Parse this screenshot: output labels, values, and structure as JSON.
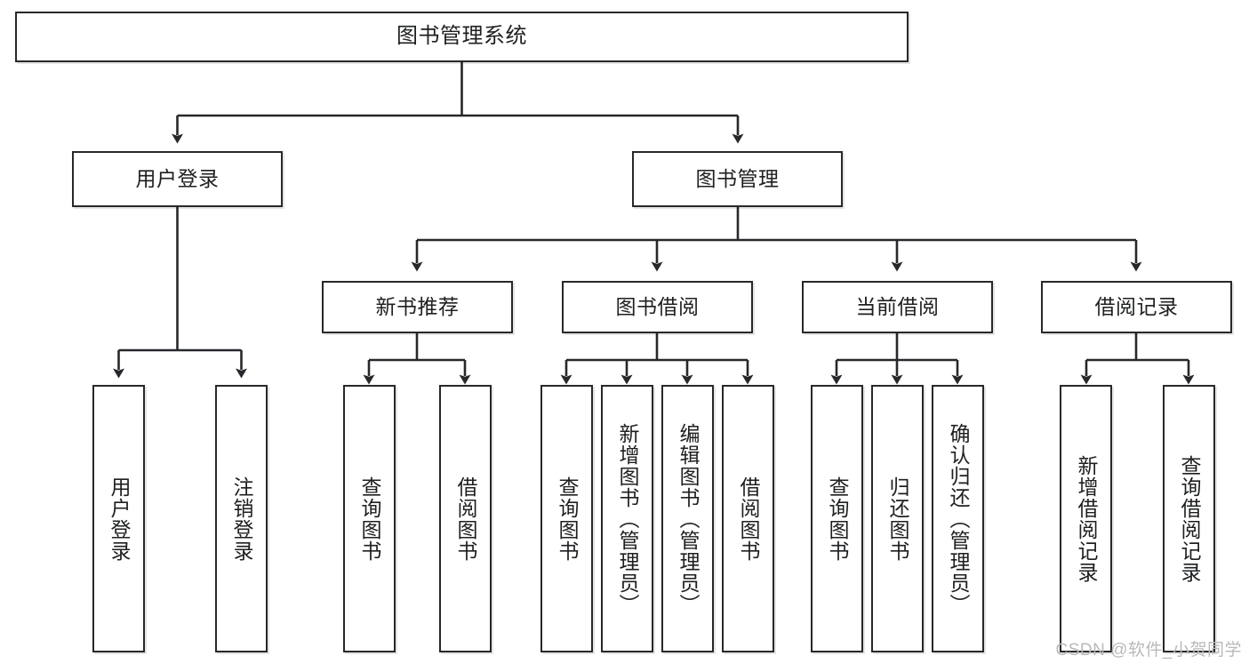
{
  "diagram": {
    "title": "图书管理系统",
    "watermark": "CSDN @软件_小贺同学",
    "colors": {
      "box_border": "#26282b",
      "box_fill": "#ffffff",
      "connector": "#26282b",
      "text": "#1d1f21",
      "watermark": "#b9b9b9",
      "background": "#ffffff"
    },
    "nodes": {
      "root": {
        "label": "图书管理系统"
      },
      "level1": [
        {
          "label": "用户登录"
        },
        {
          "label": "图书管理"
        }
      ],
      "level2": [
        {
          "label": "新书推荐"
        },
        {
          "label": "图书借阅"
        },
        {
          "label": "当前借阅"
        },
        {
          "label": "借阅记录"
        }
      ],
      "leaves": {
        "user_login": [
          {
            "label": "用户登录"
          },
          {
            "label": "注销登录"
          }
        ],
        "new_book": [
          {
            "label": "查询图书"
          },
          {
            "label": "借阅图书"
          }
        ],
        "book_borrow": [
          {
            "label": "查询图书"
          },
          {
            "label": "新增图书（管理员）"
          },
          {
            "label": "编辑图书（管理员）"
          },
          {
            "label": "借阅图书"
          }
        ],
        "current_borrow": [
          {
            "label": "查询图书"
          },
          {
            "label": "归还图书"
          },
          {
            "label": "确认归还（管理员）"
          }
        ],
        "borrow_record": [
          {
            "label": "新增借阅记录"
          },
          {
            "label": "查询借阅记录"
          }
        ]
      }
    }
  }
}
